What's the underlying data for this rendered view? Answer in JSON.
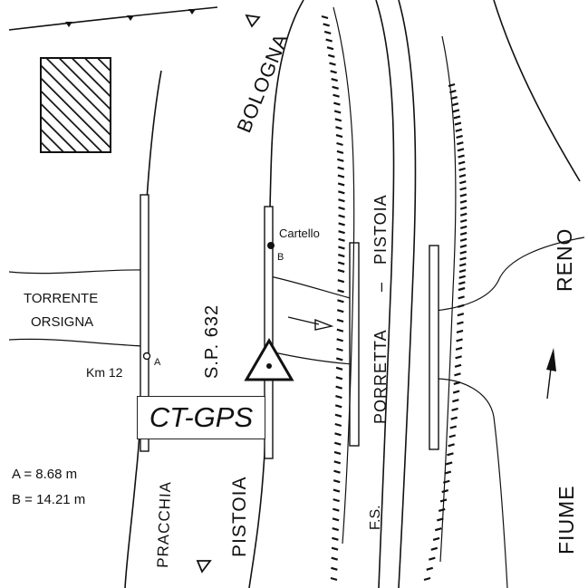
{
  "labels": {
    "bologna": "BOLOGNA",
    "pistoia_road": "PISTOIA",
    "pracchia": "PRACCHIA",
    "road_name": "S.P. 632",
    "torrente": "TORRENTE",
    "orsigna": "ORSIGNA",
    "km": "Km 12",
    "point_a": "A",
    "point_b": "B",
    "cartello": "Cartello",
    "rail_porretta": "PORRETTA",
    "rail_dash": "–",
    "rail_pistoia": "PISTOIA",
    "fs": "F.S.",
    "reno": "RENO",
    "fiume": "FIUME",
    "station": "CT-GPS"
  },
  "distances": {
    "a": "A = 8.68 m",
    "b": "B = 14.21 m"
  },
  "colors": {
    "ink": "#111111",
    "paper": "#ffffff"
  },
  "icons": [
    "benchmark-triangle-icon",
    "flow-arrow-icon",
    "north-arrow-icon",
    "direction-triangle-icon",
    "hatched-building-icon"
  ]
}
